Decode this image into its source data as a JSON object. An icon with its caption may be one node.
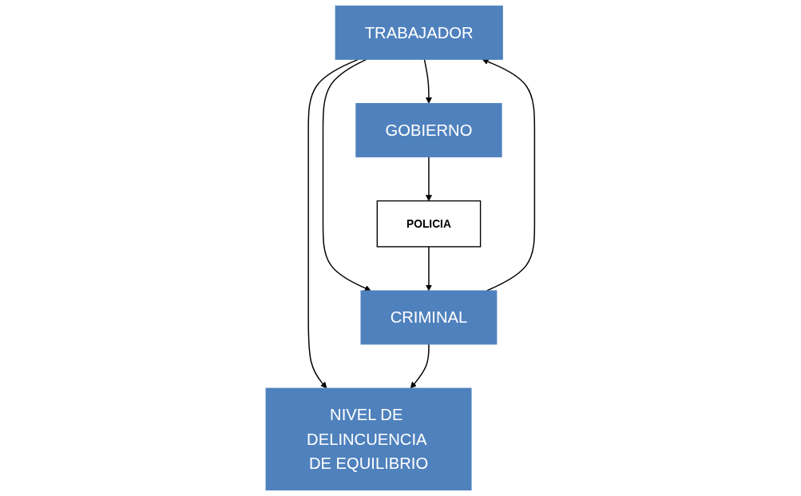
{
  "diagram": {
    "nodes": [
      {
        "text": [
          "TRABAJADOR"
        ]
      },
      {
        "text": [
          "CRIMINAL"
        ]
      },
      {
        "text": [
          "NIVEL DE DELINCUENCIA DE EQUILIBRIO"
        ]
      },
      {
        "text": [
          "GOBIERNO"
        ]
      },
      {
        "text": [
          "POLICIA"
        ]
      }
    ],
    "edges": [
      {
        "from": 0,
        "to": 1,
        "arrow": "to"
      },
      {
        "from": 1,
        "to": 0,
        "arrow": "to"
      },
      {
        "from": 0,
        "to": 2,
        "arrow": "to"
      },
      {
        "from": 1,
        "to": 2,
        "arrow": "to"
      },
      {
        "from": 0,
        "to": 3,
        "arrow": "to"
      },
      {
        "from": 3,
        "to": 4,
        "arrow": "to"
      },
      {
        "from": 4,
        "to": 1,
        "arrow": "to"
      }
    ]
  }
}
